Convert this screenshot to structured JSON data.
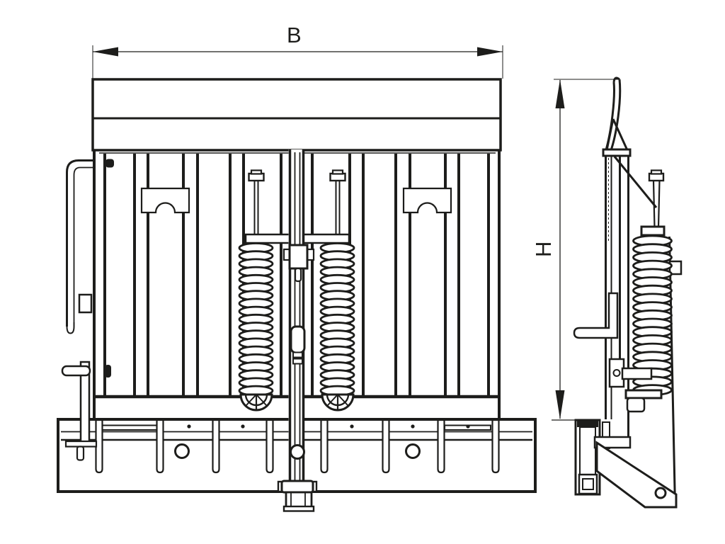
{
  "drawing": {
    "background": "#ffffff",
    "line_color": "#1d1d1b",
    "dimensions": {
      "width_label": "B",
      "height_label": "H"
    },
    "views": {
      "front": "front-view",
      "side": "side-view"
    }
  }
}
